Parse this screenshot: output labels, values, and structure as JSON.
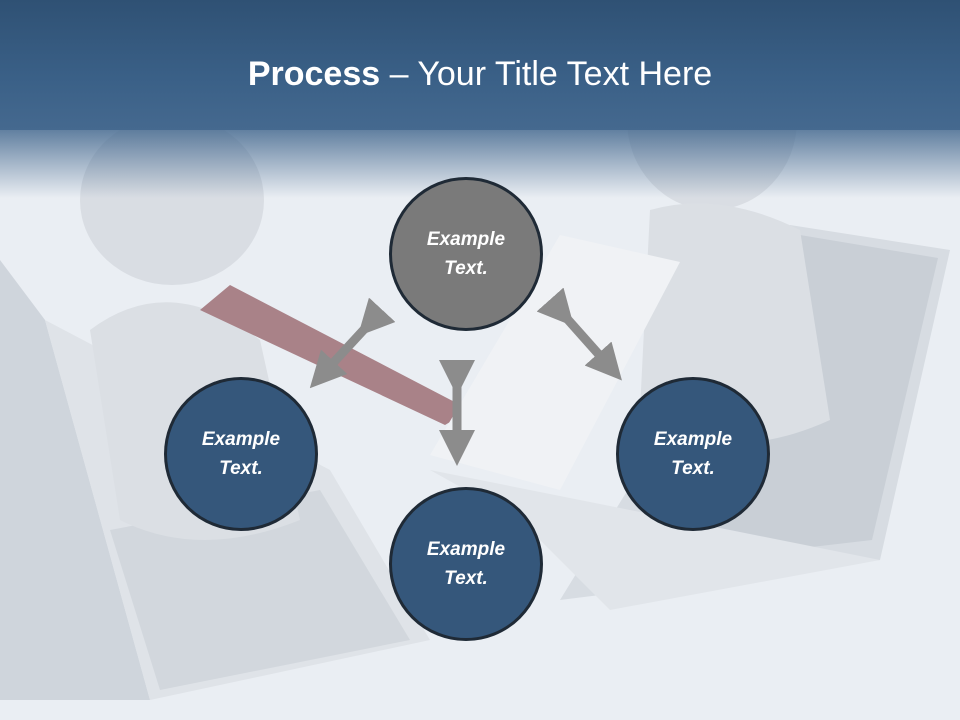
{
  "title": {
    "bold": "Process",
    "rest": " – Your Title Text Here"
  },
  "nodes": {
    "top": {
      "line1": "Example",
      "line2": "Text."
    },
    "left": {
      "line1": "Example",
      "line2": "Text."
    },
    "right": {
      "line1": "Example",
      "line2": "Text."
    },
    "bottom": {
      "line1": "Example",
      "line2": "Text."
    }
  },
  "colors": {
    "header": "#35577b",
    "node_blue": "#35577b",
    "node_gray": "#7a7a7a",
    "arrow": "#8c8c8c"
  },
  "background_image": "two 3D figures exchanging a document over laptops (faded)"
}
